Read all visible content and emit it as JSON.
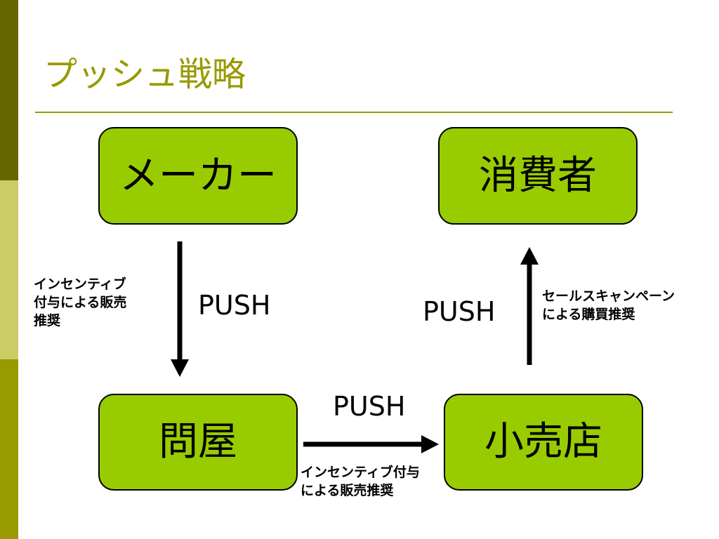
{
  "slide": {
    "title": "プッシュ戦略",
    "colors": {
      "accent": "#999900",
      "stripe_dark": "#666600",
      "stripe_light": "#cccc66",
      "stripe_mid": "#999900",
      "box_fill": "#99cc00"
    }
  },
  "nodes": {
    "maker": "メーカー",
    "consumer": "消費者",
    "wholesaler": "問屋",
    "retailer": "小売店"
  },
  "edges": {
    "maker_to_wholesaler": {
      "label": "PUSH",
      "note": "インセンティブ\n付与による販売\n推奨"
    },
    "wholesaler_to_retailer": {
      "label": "PUSH",
      "note": "インセンティブ付与\nによる販売推奨"
    },
    "retailer_to_consumer": {
      "label": "PUSH",
      "note": "セールスキャンペーン\nによる購買推奨"
    }
  }
}
